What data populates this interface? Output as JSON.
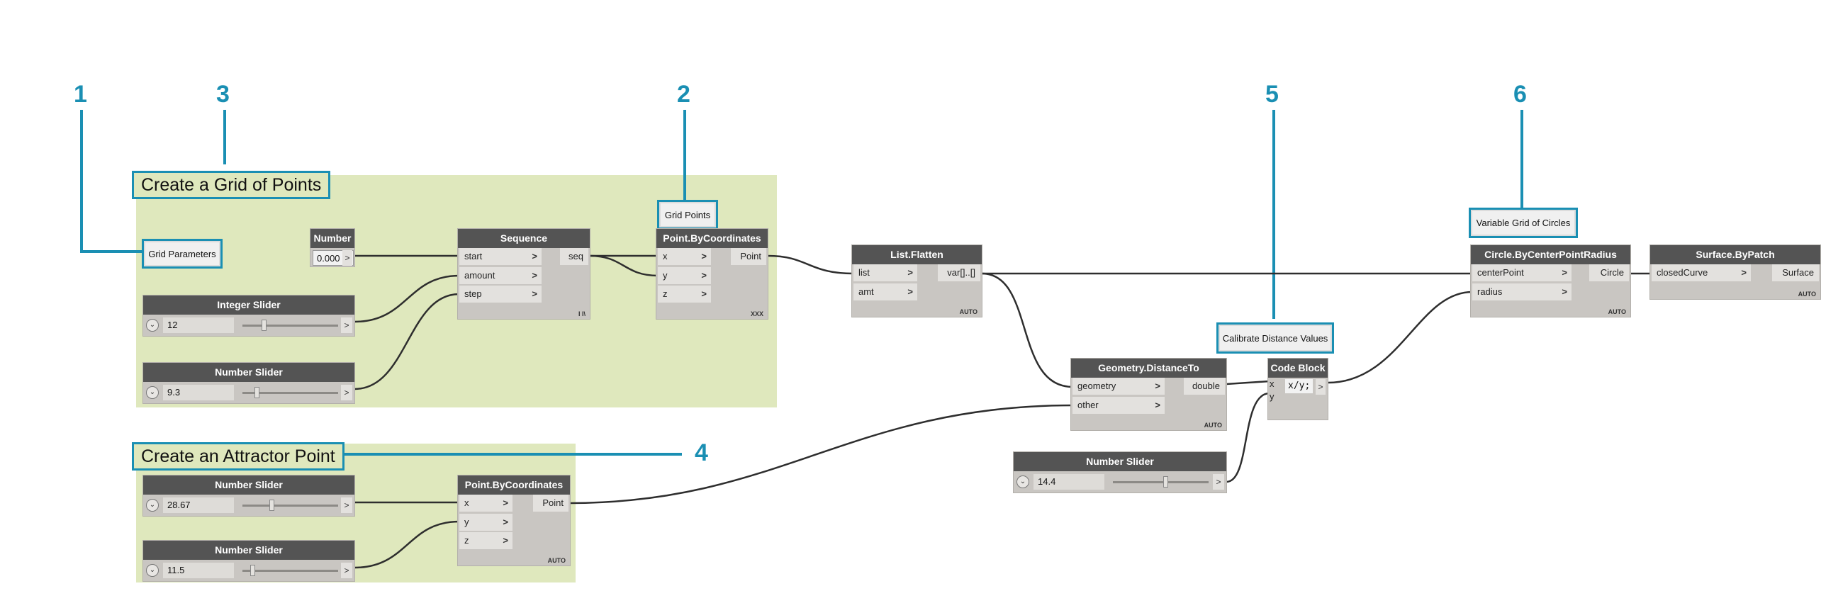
{
  "groups": [
    {
      "id": "grid",
      "title": "Create a Grid of Points"
    },
    {
      "id": "attractor",
      "title": "Create an Attractor Point"
    }
  ],
  "callouts": [
    "1",
    "2",
    "3",
    "4",
    "5",
    "6"
  ],
  "notes": {
    "grid_parameters": "Grid Parameters",
    "grid_points": "Grid Points",
    "calibrate": "Calibrate Distance Values",
    "variable_grid": "Variable Grid of Circles"
  },
  "nodes": {
    "number": {
      "title": "Number",
      "value": "0.000",
      "out": ">"
    },
    "integer_slider": {
      "title": "Integer Slider",
      "value": "12",
      "level": 0.22
    },
    "number_slider_step": {
      "title": "Number Slider",
      "value": "9.3",
      "level": 0.15
    },
    "sequence": {
      "title": "Sequence",
      "inputs": [
        "start",
        "amount",
        "step"
      ],
      "output": "seq",
      "lacing": "I I\\"
    },
    "point_grid": {
      "title": "Point.ByCoordinates",
      "inputs": [
        "x",
        "y",
        "z"
      ],
      "output": "Point",
      "lacing": "XXX"
    },
    "list_flatten": {
      "title": "List.Flatten",
      "inputs": [
        "list",
        "amt"
      ],
      "output": "var[]..[]",
      "lacing": "AUTO"
    },
    "distance_to": {
      "title": "Geometry.DistanceTo",
      "inputs": [
        "geometry",
        "other"
      ],
      "output": "double",
      "lacing": "AUTO"
    },
    "code_block": {
      "title": "Code Block",
      "code": "x/y;",
      "inputs": [
        "x",
        "y"
      ],
      "out": ">"
    },
    "number_slider_calib": {
      "title": "Number Slider",
      "value": "14.4",
      "level": 0.55
    },
    "circle": {
      "title": "Circle.ByCenterPointRadius",
      "inputs": [
        "centerPoint",
        "radius"
      ],
      "output": "Circle",
      "lacing": "AUTO"
    },
    "surface": {
      "title": "Surface.ByPatch",
      "inputs": [
        "closedCurve"
      ],
      "output": "Surface",
      "lacing": "AUTO"
    },
    "number_slider_x": {
      "title": "Number Slider",
      "value": "28.67",
      "level": 0.3
    },
    "number_slider_y": {
      "title": "Number Slider",
      "value": "11.5",
      "level": 0.1
    },
    "point_attractor": {
      "title": "Point.ByCoordinates",
      "inputs": [
        "x",
        "y",
        "z"
      ],
      "output": "Point",
      "lacing": "AUTO"
    }
  },
  "colors": {
    "callout": "#1a8fb3",
    "group": "#dfe8bd",
    "node_header": "#545454",
    "node_body": "#c9c6c2",
    "wire": "#2e2e2e"
  }
}
